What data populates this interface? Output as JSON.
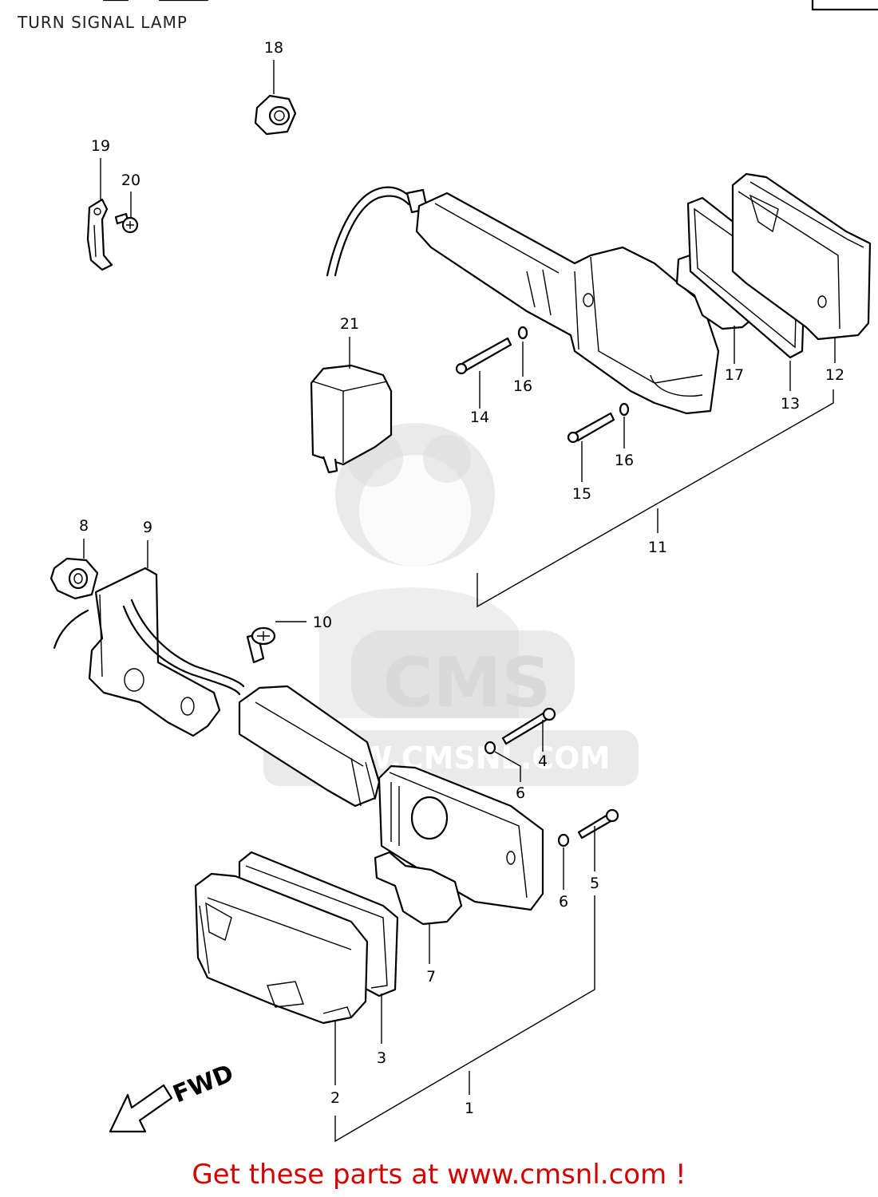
{
  "header": {
    "title": "TURN SIGNAL LAMP"
  },
  "watermark": {
    "brand": "CMS",
    "url": "WWW.CMSNL.COM"
  },
  "direction_arrow": {
    "label": "FWD"
  },
  "callouts": {
    "c1": "1",
    "c2": "2",
    "c3": "3",
    "c4": "4",
    "c5": "5",
    "c6a": "6",
    "c6b": "6",
    "c7": "7",
    "c8": "8",
    "c9": "9",
    "c10": "10",
    "c11": "11",
    "c12": "12",
    "c13": "13",
    "c14": "14",
    "c15": "15",
    "c16a": "16",
    "c16b": "16",
    "c17": "17",
    "c18": "18",
    "c19": "19",
    "c20": "20",
    "c21": "21"
  },
  "footer": {
    "link_text": "Get these parts at www.cmsnl.com !"
  },
  "colors": {
    "footer_text": "#d40000",
    "line_art": "#000000",
    "watermark": "#d9d9d9"
  }
}
